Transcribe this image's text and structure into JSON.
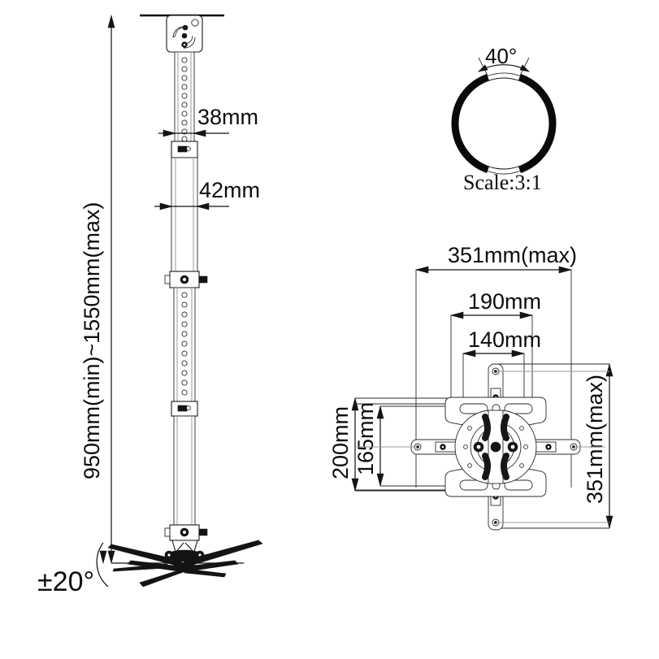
{
  "drawing": {
    "title": "Projector Ceiling Mount Technical Drawing",
    "colors": {
      "line": "#1a1a1a",
      "dimension": "#111111",
      "heavy": "#000000",
      "grey": "#9a9a9a",
      "background": "#ffffff"
    }
  },
  "front_view": {
    "height_dimension": "950mm(min)~1550mm(max)",
    "inner_pole_width": "38mm",
    "outer_pole_width": "42mm",
    "tilt_angle": "±20°"
  },
  "detail_view": {
    "rotation_angle": "40°",
    "scale_label": "Scale:3:1"
  },
  "plan_view": {
    "width_max": "351mm(max)",
    "width_mid": "190mm",
    "width_inner": "140mm",
    "height_outer": "200mm",
    "height_inner": "165mm",
    "height_max": "351mm(max)"
  }
}
